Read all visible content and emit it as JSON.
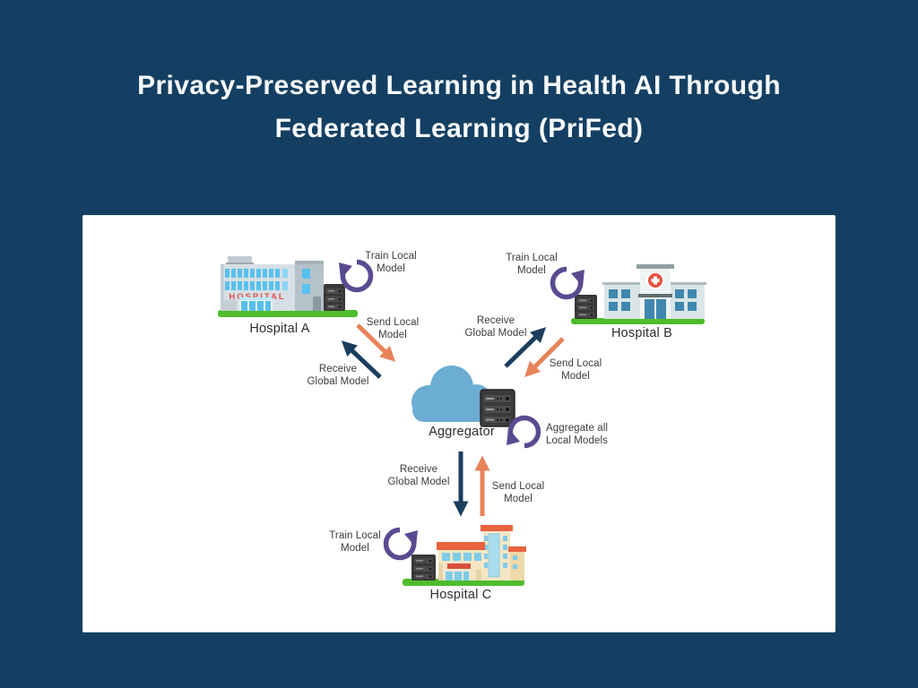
{
  "title": {
    "line1": "Privacy-Preserved Learning in Health AI Through",
    "line2": "Federated Learning (PriFed)"
  },
  "colors": {
    "background": "#143F62",
    "panel": "#FFFFFF",
    "send_arrow_orange": "#E8835A",
    "receive_arrow_navy": "#1B3D5E",
    "train_arrow_purple": "#5A4A91",
    "cloud_blue": "#6CADD3",
    "grass_green": "#4FBC2C",
    "server_dark": "#3A3A3A",
    "hospital_sign_red": "#E25050"
  },
  "diagram": {
    "hospital_a": {
      "label": "Hospital A",
      "sign": "HOSPITAL",
      "train_label": "Train Local\nModel",
      "send_label": "Send Local\nModel",
      "receive_label": "Receive\nGlobal Model"
    },
    "hospital_b": {
      "label": "Hospital B",
      "train_label": "Train Local\nModel",
      "send_label": "Send Local\nModel",
      "receive_label": "Receive\nGlobal Model"
    },
    "hospital_c": {
      "label": "Hospital C",
      "train_label": "Train Local\nModel",
      "send_label": "Send Local\nModel",
      "receive_label": "Receive\nGlobal Model"
    },
    "aggregator": {
      "label": "Aggregator",
      "aggregate_label": "Aggregate all\nLocal Models"
    }
  }
}
